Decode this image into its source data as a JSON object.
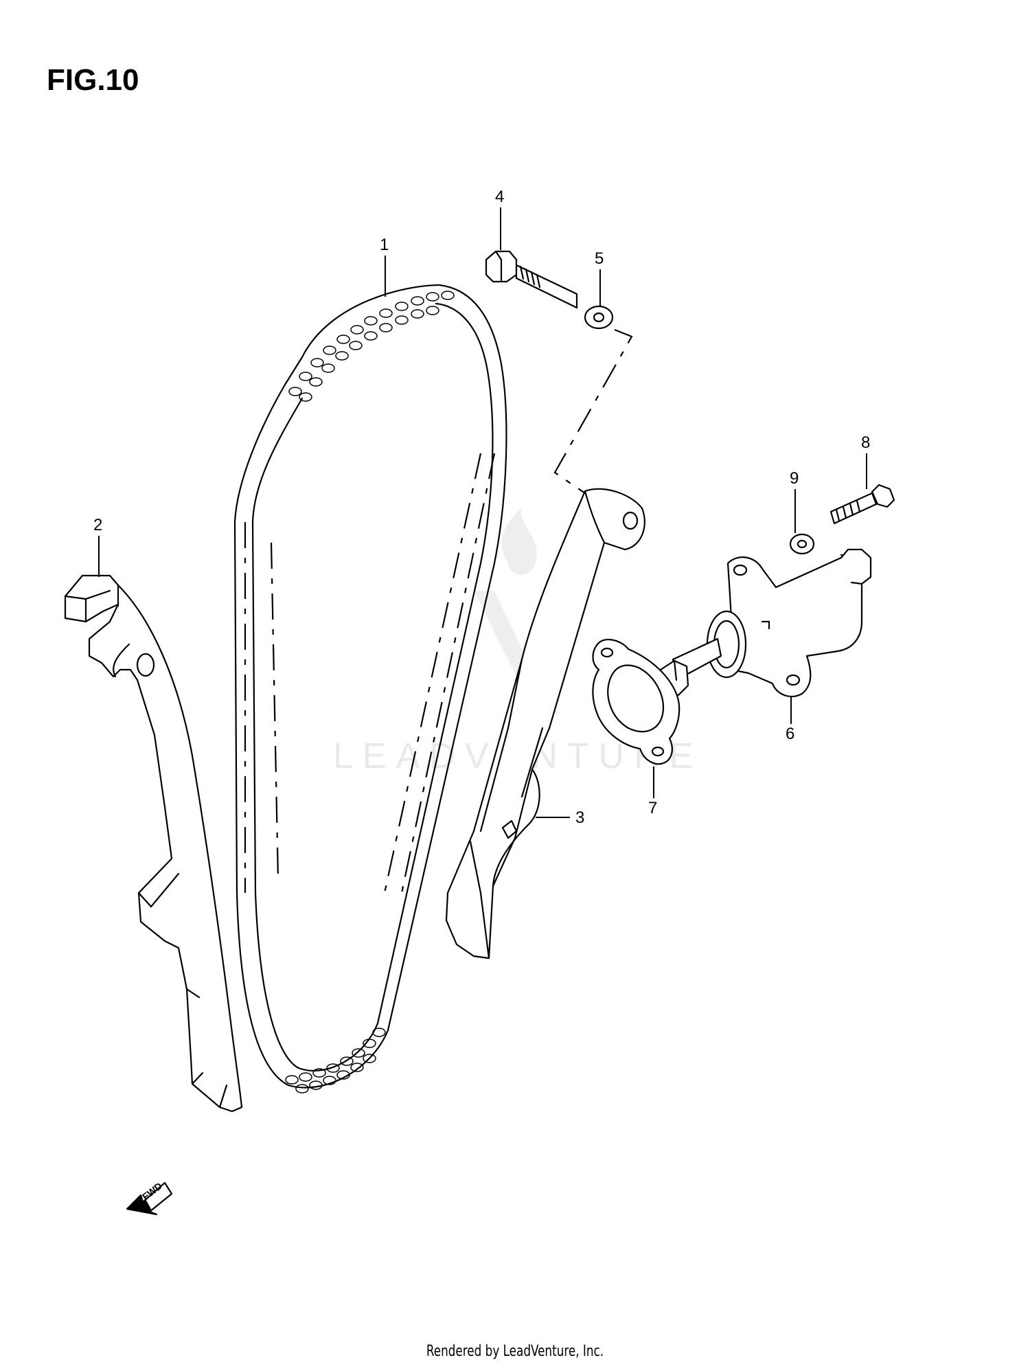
{
  "figure": {
    "title": "FIG.10"
  },
  "watermark": {
    "text": "LEADVENTURE",
    "color": "#cfcfcf"
  },
  "callouts": [
    {
      "id": "1",
      "label": "1"
    },
    {
      "id": "2",
      "label": "2"
    },
    {
      "id": "3",
      "label": "3"
    },
    {
      "id": "4",
      "label": "4"
    },
    {
      "id": "5",
      "label": "5"
    },
    {
      "id": "6",
      "label": "6"
    },
    {
      "id": "7",
      "label": "7"
    },
    {
      "id": "8",
      "label": "8"
    },
    {
      "id": "9",
      "label": "9"
    }
  ],
  "fwd": {
    "label": "FWD"
  },
  "footer": {
    "text": "Rendered by LeadVenture, Inc."
  }
}
